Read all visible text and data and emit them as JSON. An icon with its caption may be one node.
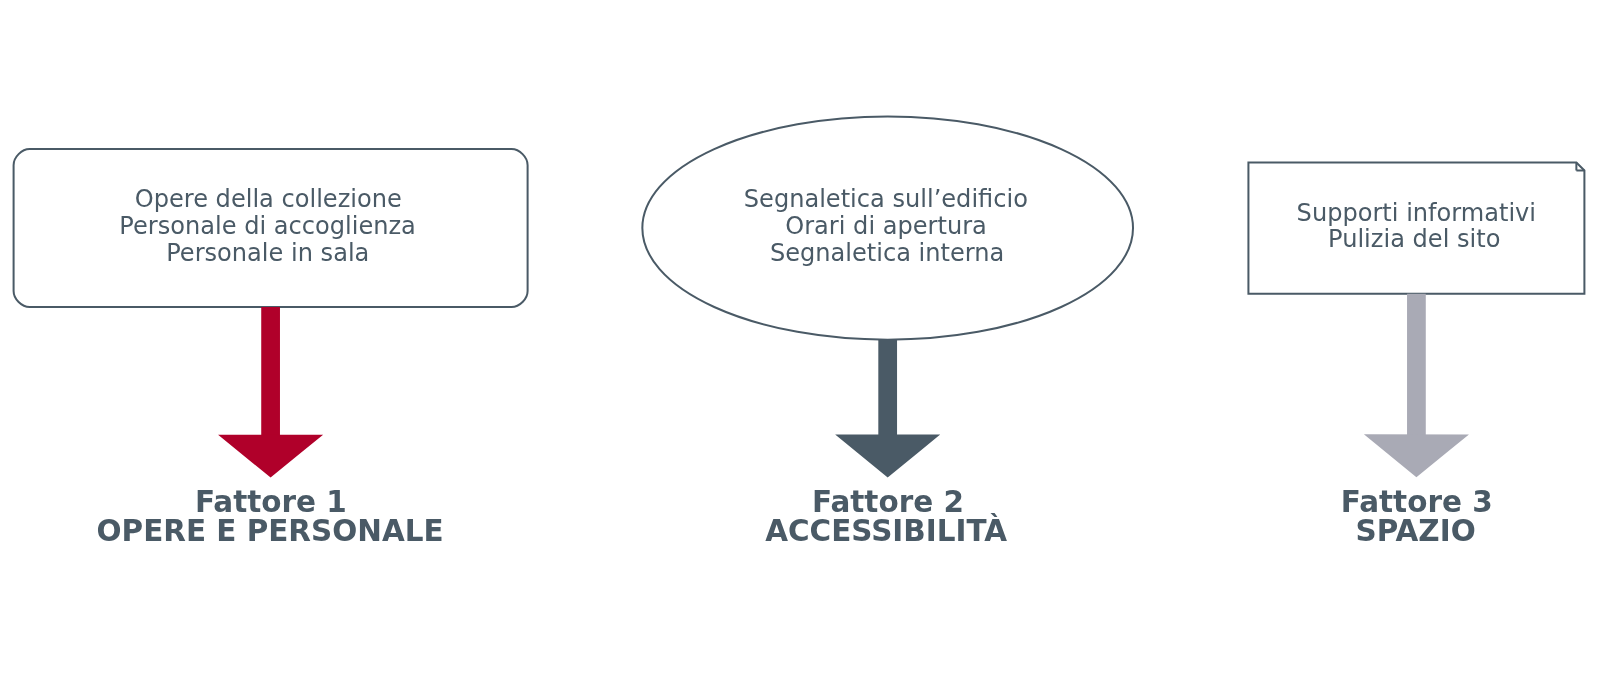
{
  "diagram": {
    "nodes": [
      {
        "text": [
          "Opere della collezione",
          "Personale di accoglienza",
          "Personale in sala"
        ]
      },
      {
        "text": [
          "Segnaletica sull’edificio",
          "Orari di apertura",
          "Segnaletica interna"
        ]
      },
      {
        "text": [
          "Supporti informativi",
          "Pulizia del sito"
        ]
      },
      {
        "text": [
          "Fattore 1",
          "OPERE E PERSONALE"
        ]
      },
      {
        "text": [
          "Fattore 2",
          "ACCESSIBILITÀ"
        ]
      },
      {
        "text": [
          "Fattore 3",
          "SPAZIO"
        ]
      }
    ],
    "edges": [
      {
        "from": 0,
        "to": 3,
        "arrow": "to",
        "color": "#b0002a"
      },
      {
        "from": 1,
        "to": 4,
        "arrow": "to",
        "color": "#4a5a66"
      },
      {
        "from": 2,
        "to": 5,
        "arrow": "to",
        "color": "#a9aab5"
      }
    ]
  }
}
